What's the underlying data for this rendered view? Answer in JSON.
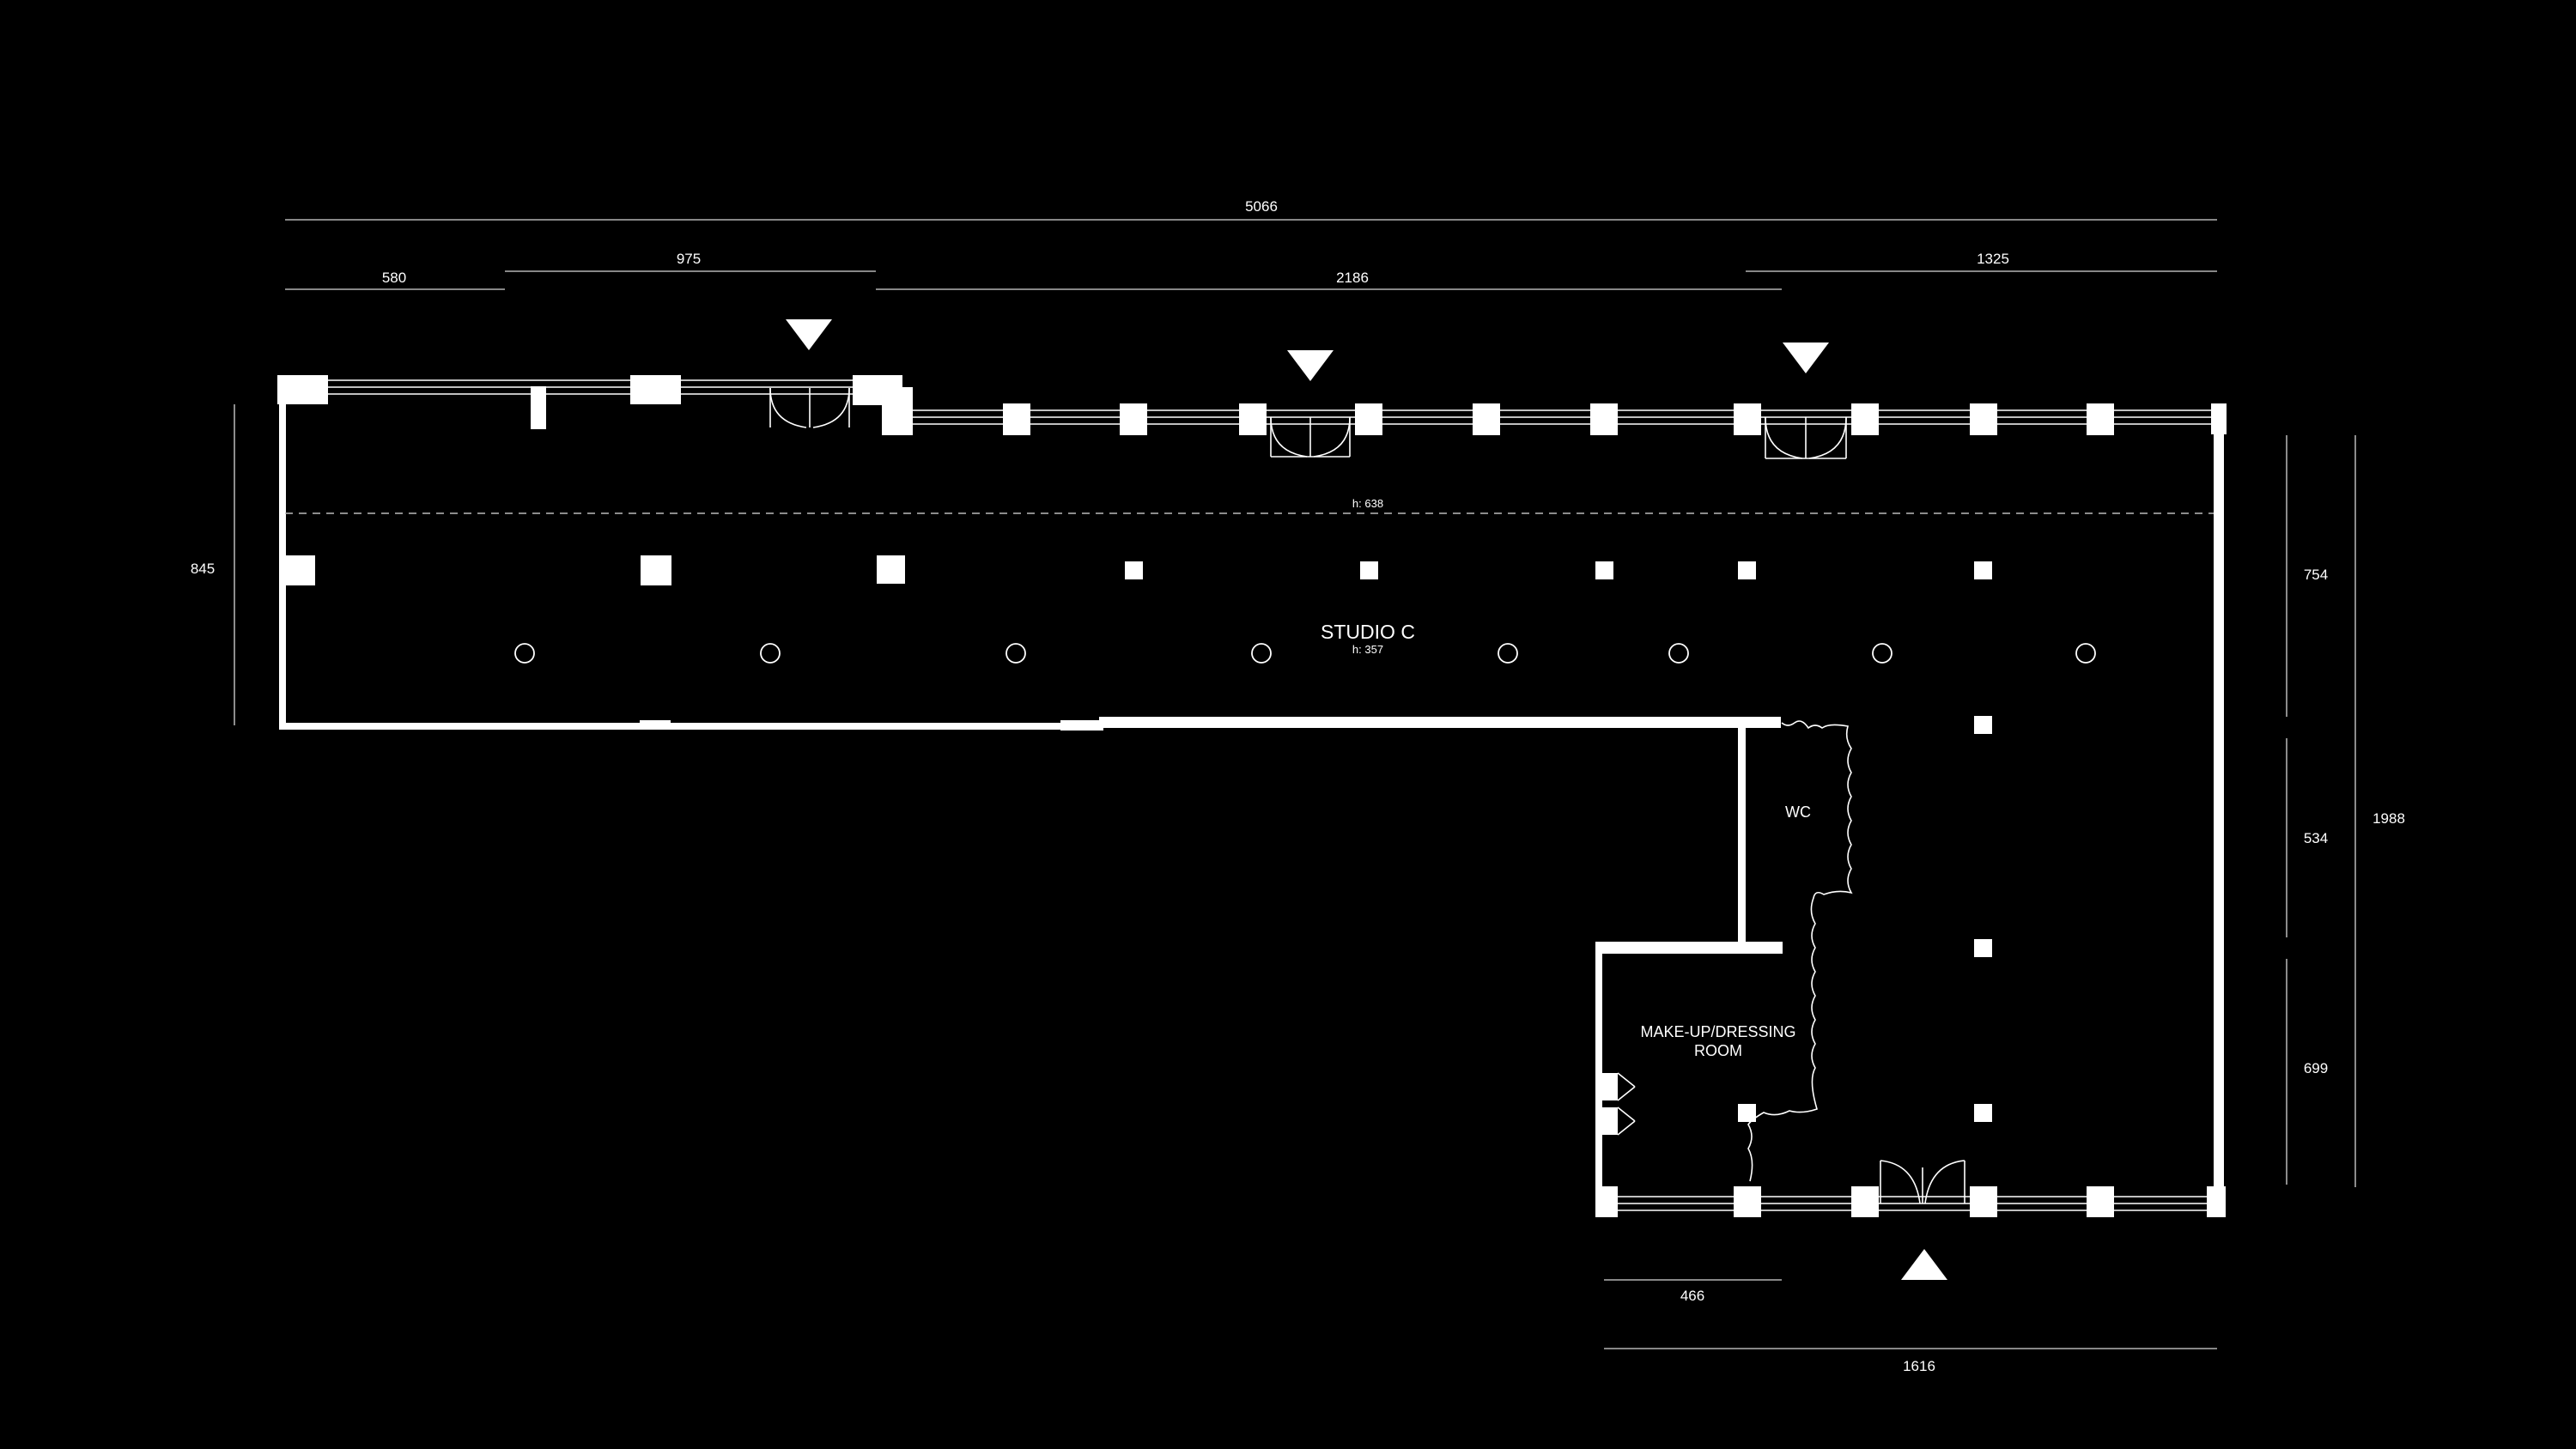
{
  "plan": {
    "studio": {
      "name": "STUDIO C",
      "height_note": "h: 357"
    },
    "ceiling_line_note": "h: 638",
    "rooms": {
      "wc": "WC",
      "dressing_line1": "MAKE-UP/DRESSING",
      "dressing_line2": "ROOM"
    }
  },
  "dimensions": {
    "total_width": "5066",
    "seg_580": "580",
    "seg_975": "975",
    "seg_2186": "2186",
    "seg_1325": "1325",
    "left_height": "845",
    "right_754": "754",
    "right_534": "534",
    "right_699": "699",
    "right_total": "1988",
    "bottom_466": "466",
    "bottom_1616": "1616"
  },
  "entrances": {
    "top": [
      "entrance-1",
      "entrance-2",
      "entrance-3"
    ],
    "bottom": [
      "entrance-4"
    ],
    "icon": "triangle-arrow-icon"
  }
}
